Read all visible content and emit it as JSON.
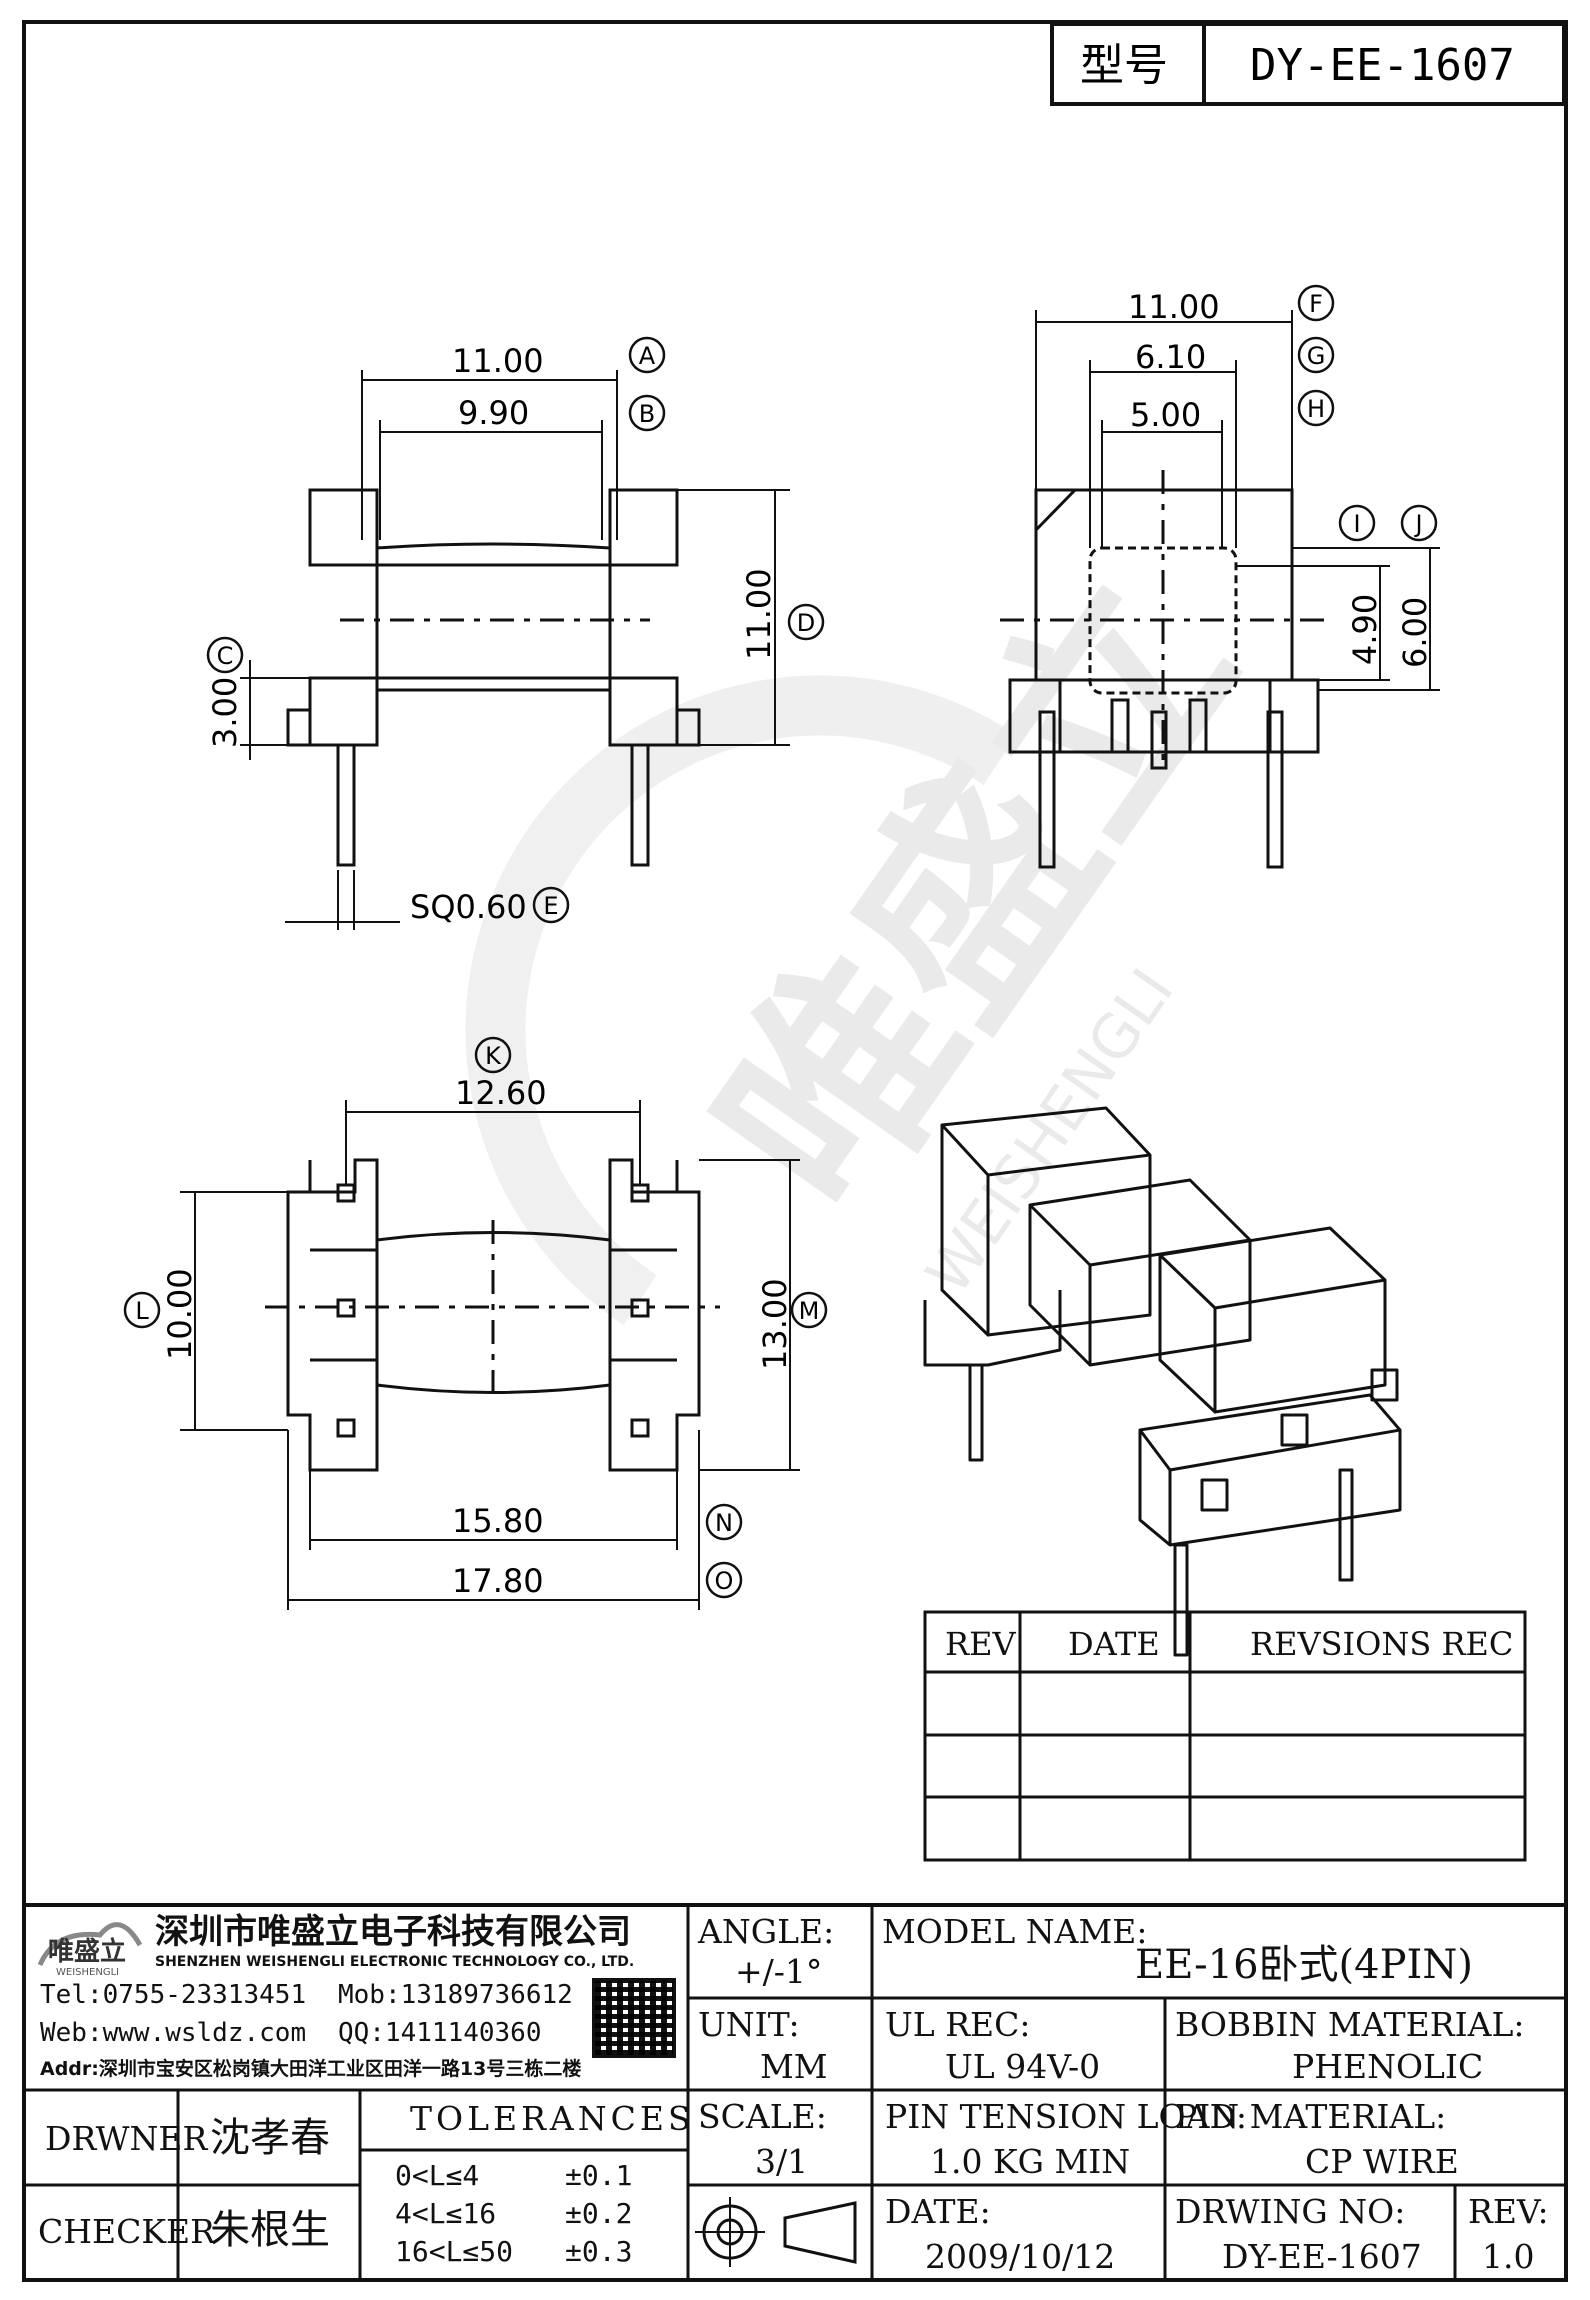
{
  "header": {
    "type_label": "型号",
    "type_value": "DY-EE-1607"
  },
  "dimensions": {
    "a": "11.00",
    "b": "9.90",
    "c": "3.00",
    "d": "11.00",
    "e": "SQ0.60",
    "f": "11.00",
    "g": "6.10",
    "h": "5.00",
    "i": "4.90",
    "j": "6.00",
    "k": "12.60",
    "l": "10.00",
    "m": "13.00",
    "n": "15.80",
    "o": "17.80"
  },
  "callouts": [
    "A",
    "B",
    "C",
    "D",
    "E",
    "F",
    "G",
    "H",
    "I",
    "J",
    "K",
    "L",
    "M",
    "N",
    "O"
  ],
  "watermark": {
    "cn": "唯盛立",
    "en": "WEISHENGLI"
  },
  "revisions": {
    "headers": [
      "REV",
      "DATE",
      "REVSIONS REC"
    ],
    "rows": [
      [
        "",
        "",
        ""
      ],
      [
        "",
        "",
        ""
      ],
      [
        "",
        "",
        ""
      ]
    ]
  },
  "company": {
    "logo_cn": "唯盛立",
    "logo_en": "WEISHENGLI",
    "name_cn": "深圳市唯盛立电子科技有限公司",
    "name_en": "SHENZHEN WEISHENGLI ELECTRONIC TECHNOLOGY CO., LTD.",
    "tel": "Tel:0755-23313451",
    "mob": "Mob:13189736612",
    "web": "Web:www.wsldz.com",
    "qq": "QQ:1411140360",
    "addr": "Addr:深圳市宝安区松岗镇大田洋工业区田洋一路13号三栋二楼"
  },
  "title_block": {
    "angle_label": "ANGLE:",
    "angle_value": "+/-1°",
    "model_label": "MODEL NAME:",
    "model_value": "EE-16卧式(4PIN)",
    "unit_label": "UNIT:",
    "unit_value": "MM",
    "ul_label": "UL REC:",
    "ul_value": "UL 94V-0",
    "bobbin_label": "BOBBIN MATERIAL:",
    "bobbin_value": "PHENOLIC",
    "drawer_label": "DRWNER",
    "drawer_value": "沈孝春",
    "checker_label": "CHECKER",
    "checker_value": "朱根生",
    "tol_title": "TOLERANCES",
    "tol_rows": [
      [
        "0<L≤4",
        "±0.1"
      ],
      [
        "4<L≤16",
        "±0.2"
      ],
      [
        "16<L≤50",
        "±0.3"
      ]
    ],
    "scale_label": "SCALE:",
    "scale_value": "3/1",
    "pin_tension_label": "PIN TENSION LOAD:",
    "pin_tension_value": "1.0 KG MIN",
    "pin_material_label": "PIN MATERIAL:",
    "pin_material_value": "CP WIRE",
    "date_label": "DATE:",
    "date_value": "2009/10/12",
    "drawing_no_label": "DRWING NO:",
    "drawing_no_value": "DY-EE-1607",
    "rev_label": "REV:",
    "rev_value": "1.0"
  }
}
